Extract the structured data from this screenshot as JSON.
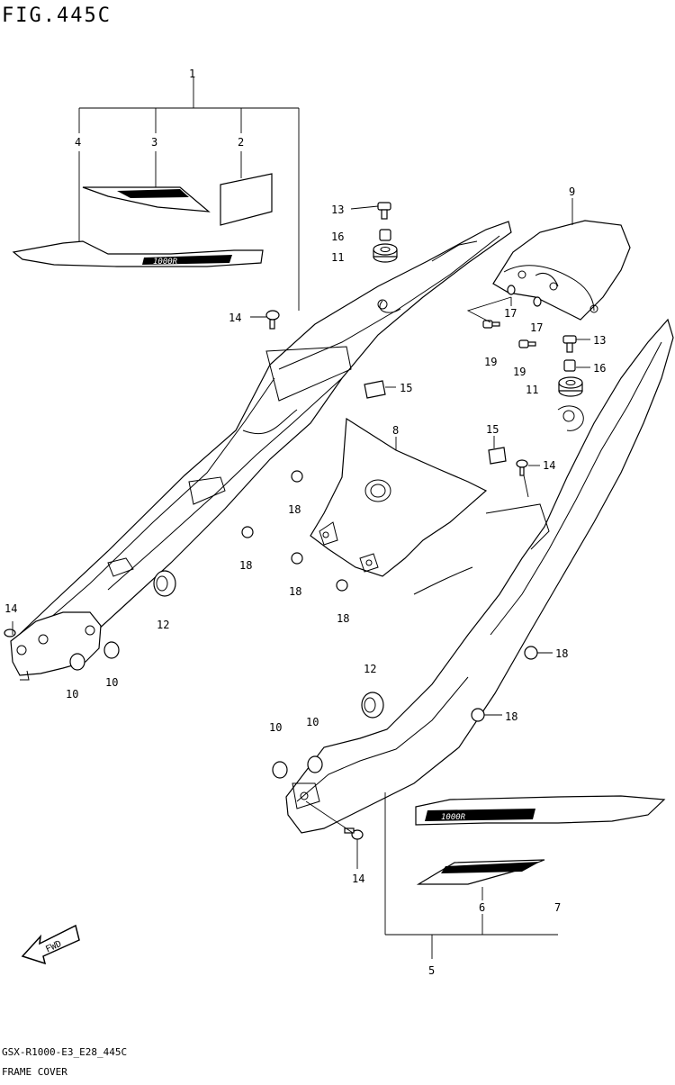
{
  "figure": {
    "title": "FIG.445C",
    "code": "GSX-R1000-E3_E28_445C",
    "name": "FRAME COVER",
    "fwd_label": "FWD",
    "logo_text": "1000R"
  },
  "callouts": [
    {
      "id": "c-1",
      "text": "1"
    },
    {
      "id": "c-2",
      "text": "2"
    },
    {
      "id": "c-3",
      "text": "3"
    },
    {
      "id": "c-4",
      "text": "4"
    },
    {
      "id": "c-5",
      "text": "5"
    },
    {
      "id": "c-6",
      "text": "6"
    },
    {
      "id": "c-7",
      "text": "7"
    },
    {
      "id": "c-8",
      "text": "8"
    },
    {
      "id": "c-9",
      "text": "9"
    },
    {
      "id": "c-10a",
      "text": "10"
    },
    {
      "id": "c-10b",
      "text": "10"
    },
    {
      "id": "c-10c",
      "text": "10"
    },
    {
      "id": "c-10d",
      "text": "10"
    },
    {
      "id": "c-11a",
      "text": "11"
    },
    {
      "id": "c-11b",
      "text": "11"
    },
    {
      "id": "c-12a",
      "text": "12"
    },
    {
      "id": "c-12b",
      "text": "12"
    },
    {
      "id": "c-13a",
      "text": "13"
    },
    {
      "id": "c-13b",
      "text": "13"
    },
    {
      "id": "c-14a",
      "text": "14"
    },
    {
      "id": "c-14b",
      "text": "14"
    },
    {
      "id": "c-14c",
      "text": "14"
    },
    {
      "id": "c-14d",
      "text": "14"
    },
    {
      "id": "c-15a",
      "text": "15"
    },
    {
      "id": "c-15b",
      "text": "15"
    },
    {
      "id": "c-16a",
      "text": "16"
    },
    {
      "id": "c-16b",
      "text": "16"
    },
    {
      "id": "c-17a",
      "text": "17"
    },
    {
      "id": "c-17b",
      "text": "17"
    },
    {
      "id": "c-18a",
      "text": "18"
    },
    {
      "id": "c-18b",
      "text": "18"
    },
    {
      "id": "c-18c",
      "text": "18"
    },
    {
      "id": "c-18d",
      "text": "18"
    },
    {
      "id": "c-18e",
      "text": "18"
    },
    {
      "id": "c-18f",
      "text": "18"
    },
    {
      "id": "c-19a",
      "text": "19"
    },
    {
      "id": "c-19b",
      "text": "19"
    }
  ]
}
